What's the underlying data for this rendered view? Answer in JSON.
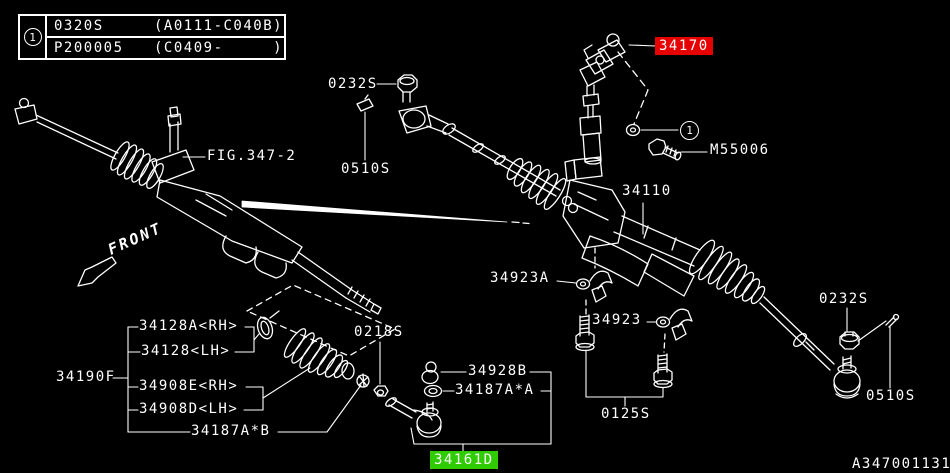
{
  "colors": {
    "background": "#000000",
    "line": "#ffffff",
    "highlight_selected": "#e60000",
    "highlight_current": "#2ecc00"
  },
  "ref_table": {
    "callout": "1",
    "rows": [
      {
        "code": "0320S",
        "range": "(A0111-C040B)"
      },
      {
        "code": "P200005",
        "range": "(C0409-     )"
      }
    ]
  },
  "labels": {
    "fig_ref": "FIG.347-2",
    "front": "FRONT",
    "nut_0232_left": "0232S",
    "pin_0510_left": "0510S",
    "joint_34170": "34170",
    "callout_1": "1",
    "bolt_m55006": "M55006",
    "gear_34110": "34110",
    "clamp_34923a": "34923A",
    "clamp_34923": "34923",
    "bolt_0125": "0125S",
    "nut_0232_right": "0232S",
    "pin_0510_right": "0510S",
    "nut_0218": "0218S",
    "band_34128a": "34128A<RH>",
    "band_34128": "34128<LH>",
    "boot_34190f": "34190F",
    "boot_34908e": "34908E<RH>",
    "boot_34908d": "34908D<LH>",
    "clip_34187ab": "34187A*B",
    "ball_34928b": "34928B",
    "nut_34187aa": "34187A*A",
    "tierod_34161d": "34161D",
    "drawing_number": "A347001131"
  }
}
